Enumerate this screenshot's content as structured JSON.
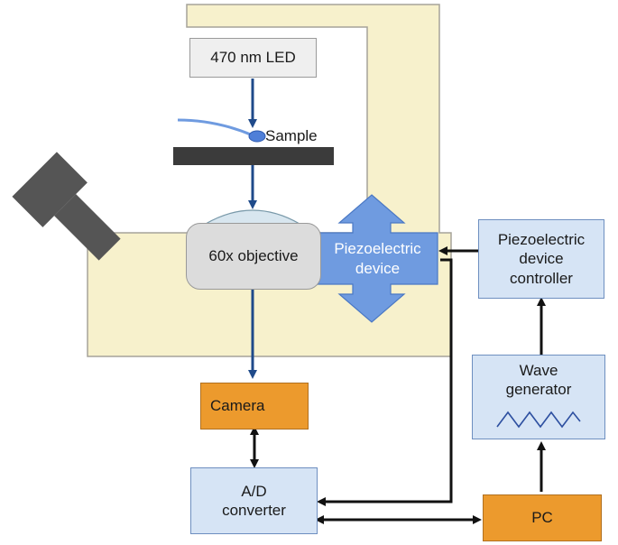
{
  "labels": {
    "led": "470 nm LED",
    "sample": "Sample",
    "objective": "60x objective",
    "piezo_line1": "Piezoelectric",
    "piezo_line2": "device",
    "controller_line1": "Piezoelectric",
    "controller_line2": "device",
    "controller_line3": "controller",
    "wave_line1": "Wave",
    "wave_line2": "generator",
    "camera": "Camera",
    "ad_line1": "A/D",
    "ad_line2": "converter",
    "pc": "PC"
  },
  "colors": {
    "microscope_body": "#f7f1cc",
    "microscope_border": "#a6a39a",
    "arrow_blue": "#1f4a8a",
    "piezo_blue": "#6f9be0",
    "box_blue": "#d6e4f5",
    "box_orange": "#ec9a2d",
    "stage_dark": "#3b3b3b",
    "eyepiece": "#555555",
    "black": "#111111"
  }
}
